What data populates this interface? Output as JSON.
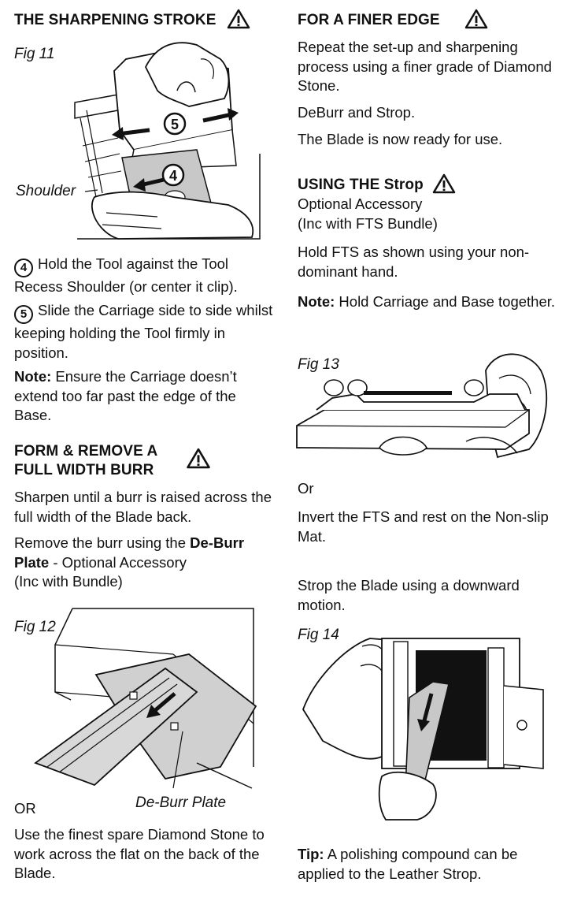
{
  "left": {
    "stroke_heading": "THE SHARPENING STROKE",
    "fig11_label": "Fig 11",
    "shoulder_label": "Shoulder",
    "step4_num": "4",
    "step4_text": "Hold the Tool against the Tool Recess Shoulder (or center it clip).",
    "step5_num": "5",
    "step5_text": "Slide the Carriage side to side whilst keeping holding the Tool firmly in position.",
    "note_label": "Note:",
    "note_text": " Ensure the Carriage doesn’t extend too far past the edge of the Base.",
    "burr_heading_1": "FORM & REMOVE A",
    "burr_heading_2": "FULL WIDTH BURR",
    "burr_p1": "Sharpen until a burr is raised across the full width of the Blade back.",
    "burr_p2_a": "Remove the burr using the ",
    "burr_p2_b": "De-Burr Plate",
    "burr_p2_c": " - Optional Accessory",
    "burr_p2_d": "(Inc with Bundle)",
    "fig12_label": "Fig 12",
    "deburr_label": "De-Burr Plate",
    "or_label": "OR",
    "final_p": "Use the finest spare Diamond Stone to work across the flat on the back of the Blade."
  },
  "right": {
    "finer_heading": "FOR A FINER EDGE",
    "finer_p1": "Repeat the set-up and sharpening process using a finer grade of Diamond Stone.",
    "finer_p2": "DeBurr and Strop.",
    "finer_p3": "The Blade is now ready for use.",
    "strop_heading": "USING THE Strop",
    "strop_sub1": "Optional Accessory",
    "strop_sub2": "(Inc with FTS Bundle)",
    "strop_p1": "Hold FTS as shown using your non-dominant hand.",
    "strop_note_label": "Note:",
    "strop_note_text": " Hold Carriage and Base together.",
    "fig13_label": "Fig 13",
    "or_label": "Or",
    "invert_p": "Invert the FTS and rest on the Non-slip Mat.",
    "strop_down_p": "Strop the Blade using a downward motion.",
    "fig14_label": "Fig 14",
    "tip_label": "Tip:",
    "tip_text": " A polishing compound can be applied to the Leather Strop."
  }
}
